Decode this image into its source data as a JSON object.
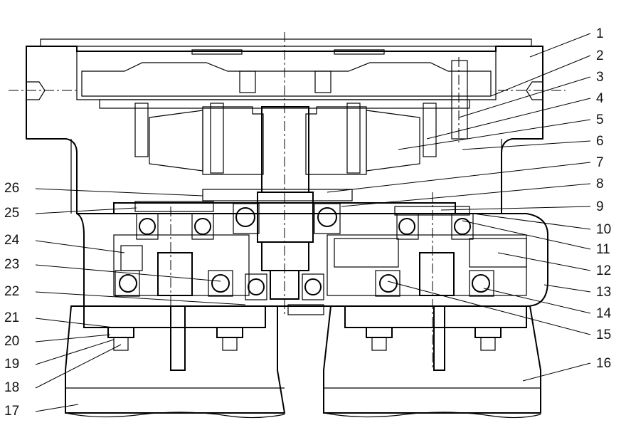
{
  "figure": {
    "callouts_right": [
      {
        "num": "1"
      },
      {
        "num": "2"
      },
      {
        "num": "3"
      },
      {
        "num": "4"
      },
      {
        "num": "5"
      },
      {
        "num": "6"
      },
      {
        "num": "7"
      },
      {
        "num": "8"
      },
      {
        "num": "9"
      },
      {
        "num": "10"
      },
      {
        "num": "11"
      },
      {
        "num": "12"
      },
      {
        "num": "13"
      },
      {
        "num": "14"
      },
      {
        "num": "15"
      },
      {
        "num": "16"
      }
    ],
    "callouts_left": [
      {
        "num": "26"
      },
      {
        "num": "25"
      },
      {
        "num": "24"
      },
      {
        "num": "23"
      },
      {
        "num": "22"
      },
      {
        "num": "21"
      },
      {
        "num": "20"
      },
      {
        "num": "19"
      },
      {
        "num": "18"
      },
      {
        "num": "17"
      }
    ],
    "colors": {
      "line": "#000000",
      "background": "#ffffff",
      "hatch": "#000000"
    }
  }
}
